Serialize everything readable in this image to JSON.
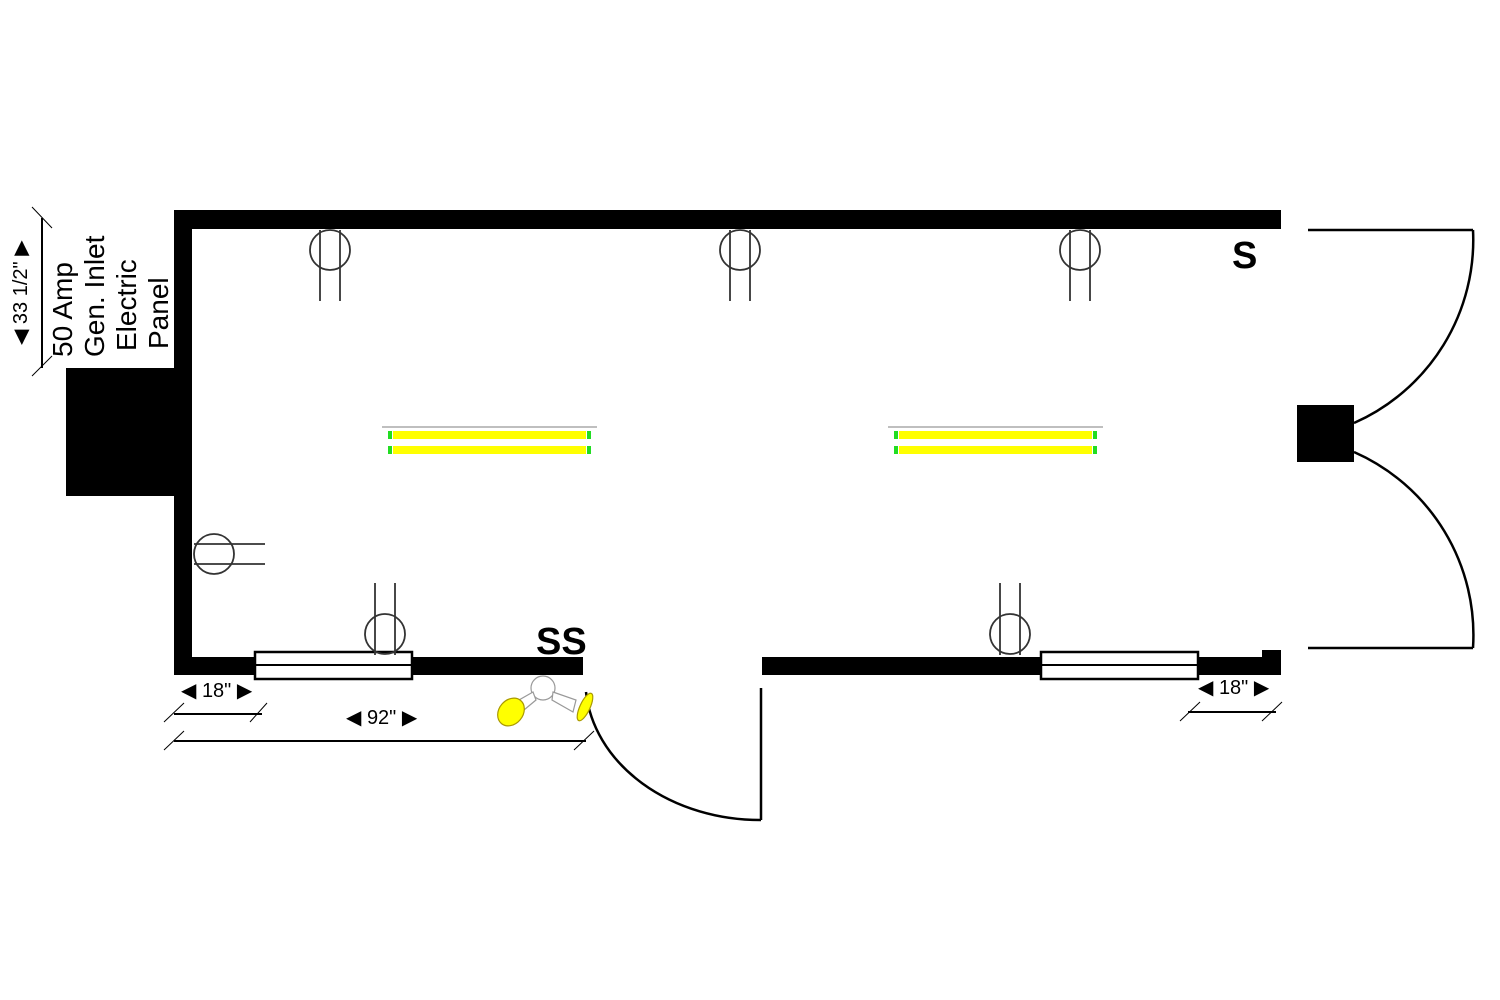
{
  "labels": {
    "panel_line1": "50 Amp",
    "panel_line2": "Gen. Inlet",
    "panel_line3": "Electric",
    "panel_line4": "Panel",
    "dim_panel": "33 1/2\"",
    "dim_left_window_offset": "18\"",
    "dim_door_offset": "92\"",
    "dim_right_window_offset": "18\"",
    "switch_single": "S",
    "switch_double": "SS"
  },
  "colors": {
    "wall": "#000000",
    "light": "#ffff00",
    "light_end": "#22dd22"
  }
}
